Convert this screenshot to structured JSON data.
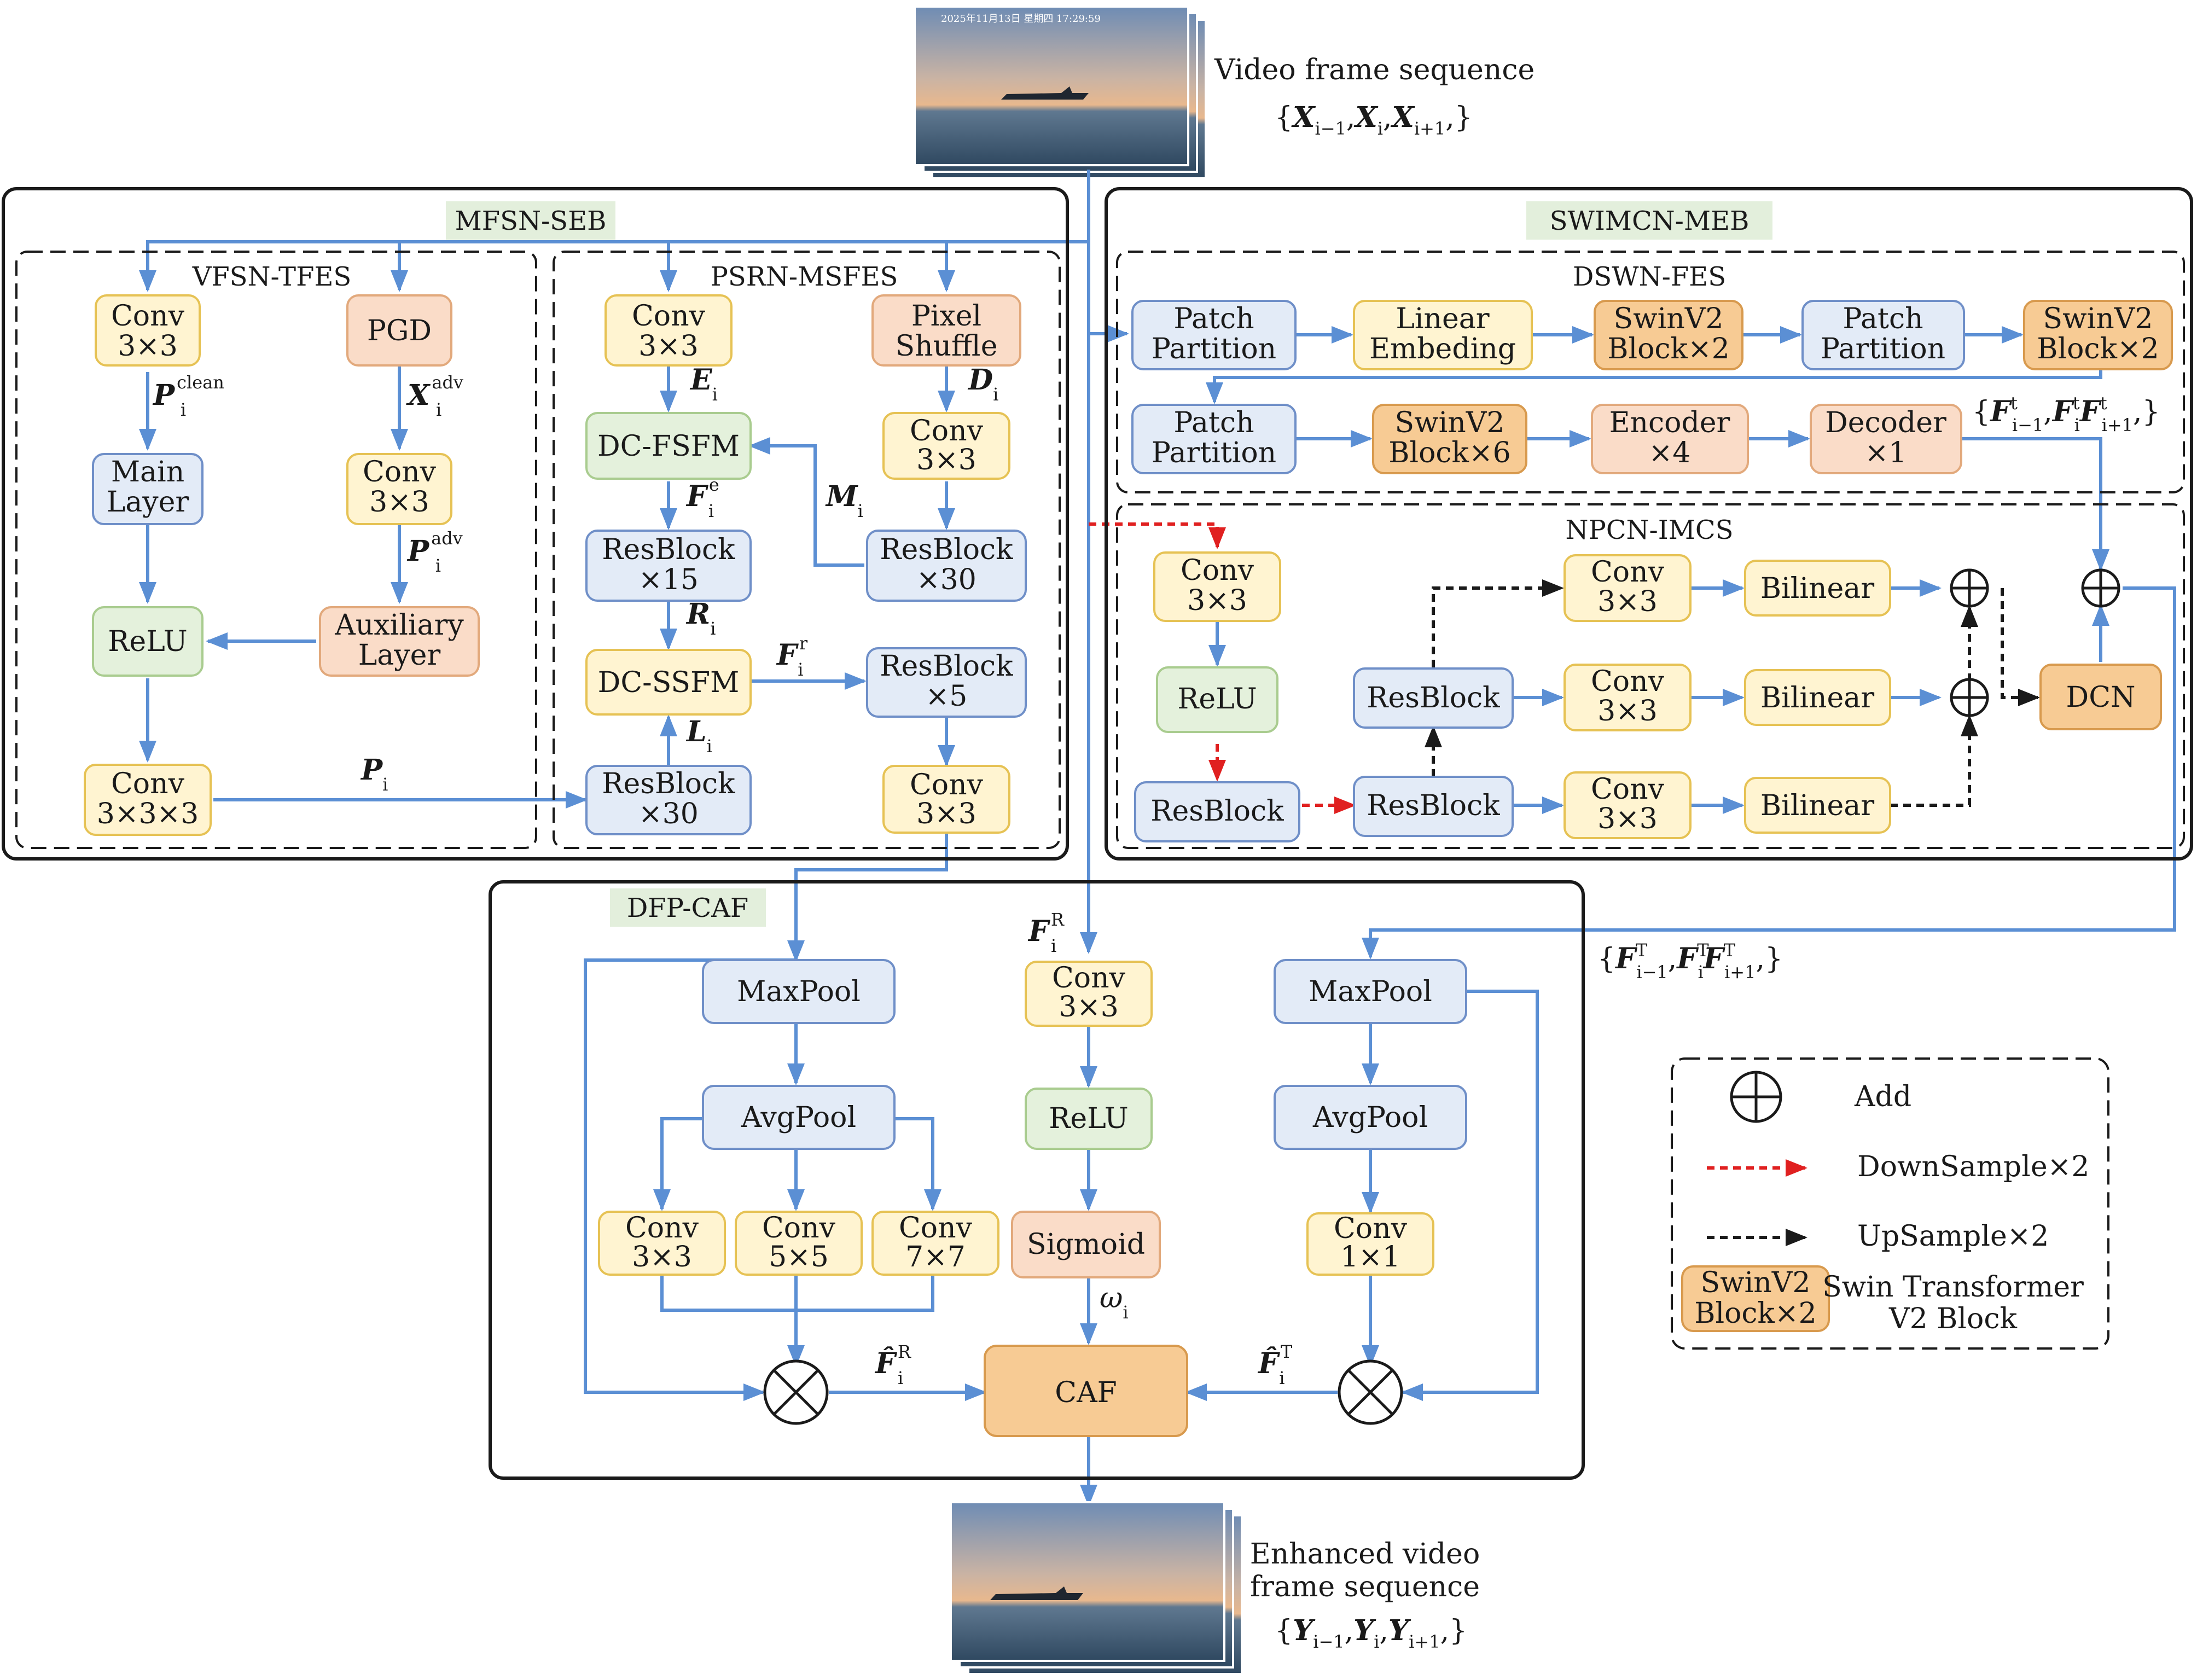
{
  "colors": {
    "yellow_fill": "#FFF4D1",
    "yellow_stroke": "#E6C254",
    "blue_fill": "#E3EBF7",
    "blue_stroke": "#6F8FC8",
    "green_fill": "#E4F1DC",
    "green_stroke": "#A9CC8F",
    "peach_fill": "#FADCC8",
    "peach_stroke": "#E2A97C",
    "orange_fill": "#F7CB94",
    "orange_stroke": "#D89A4E",
    "title_tag": "#E3EFDC",
    "arrow": "#5B8FD4",
    "downsample": "#E02020",
    "upsample": "#1a1a1a"
  },
  "input": {
    "caption": "Video frame sequence",
    "set": "{X_{i-1}, X_i, X_{i+1}}"
  },
  "output": {
    "caption_line1": "Enhanced video",
    "caption_line2": "frame sequence",
    "set": "{Y_{i-1}, Y_i, Y_{i+1}}"
  },
  "sections": {
    "mfsn": "MFSN-SEB",
    "vfsn": "VFSN-TFES",
    "psrn": "PSRN-MSFES",
    "swimcn": "SWIMCN-MEB",
    "dswn": "DSWN-FES",
    "npcn": "NPCN-IMCS",
    "dfp": "DFP-CAF"
  },
  "blocks": {
    "conv_3x3": [
      "Conv",
      "3×3"
    ],
    "conv_5x5": [
      "Conv",
      "5×5"
    ],
    "conv_7x7": [
      "Conv",
      "7×7"
    ],
    "conv_1x1": [
      "Conv",
      "1×1"
    ],
    "conv_3x3x3": [
      "Conv",
      "3×3×3"
    ],
    "pgd": "PGD",
    "main_layer": [
      "Main",
      "Layer"
    ],
    "relu": "ReLU",
    "auxiliary_layer": [
      "Auxiliary",
      "Layer"
    ],
    "pixel_shuffle": [
      "Pixel",
      "Shuffle"
    ],
    "dc_fsfm": "DC-FSFM",
    "dc_ssfm": "DC-SSFM",
    "resblock_x15": [
      "ResBlock",
      "×15"
    ],
    "resblock_x30": [
      "ResBlock",
      "×30"
    ],
    "resblock_x5": [
      "ResBlock",
      "×5"
    ],
    "resblock": "ResBlock",
    "patch_partition": [
      "Patch",
      "Partition"
    ],
    "linear_embeding": [
      "Linear",
      "Embeding"
    ],
    "swinv2_x2": [
      "SwinV2",
      "Block×2"
    ],
    "swinv2_x6": [
      "SwinV2",
      "Block×6"
    ],
    "encoder_x4": [
      "Encoder",
      "×4"
    ],
    "decoder_x1": [
      "Decoder",
      "×1"
    ],
    "bilinear": "Bilinear",
    "dcn": "DCN",
    "maxpool": "MaxPool",
    "avgpool": "AvgPool",
    "sigmoid": "Sigmoid",
    "caf": "CAF"
  },
  "symbols": {
    "p_clean": "P_i^clean",
    "x_adv": "X_i^adv",
    "p_adv": "P_i^adv",
    "p_i": "P_i",
    "e_i": "E_i",
    "d_i": "D_i",
    "m_i": "M_i",
    "f_e": "F_i^e",
    "r_i": "R_i",
    "f_r": "F_i^r",
    "l_i": "L_i",
    "f_t_set": "{F^t_{i-1}, F^t_i F^t_{i+1}}",
    "f_R": "F_i^R",
    "f_T_set": "{F^T_{i-1}, F^T_i F^T_{i+1}}",
    "fhat_R": "F̂_i^R",
    "fhat_T": "F̂_i^T",
    "omega": "ω_i"
  },
  "legend": {
    "add": "Add",
    "downsample": "DownSample×2",
    "upsample": "UpSample×2",
    "swin_block_line1": "SwinV2",
    "swin_block_line2": "Block×2",
    "swin_desc_line1": "Swin Transformer",
    "swin_desc_line2": "V2 Block"
  },
  "frame_stamps": [
    "2025年11月13日 星期四 17:29:59"
  ]
}
